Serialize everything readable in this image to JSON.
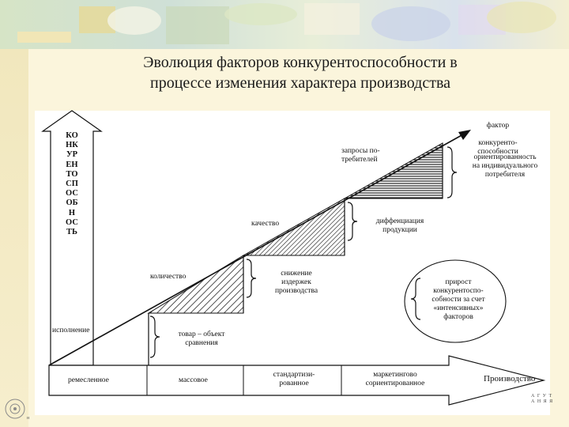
{
  "slide": {
    "title": "Эволюция факторов конкурентоспособности в\nпроцессе изменения характера производства"
  },
  "diagram": {
    "vertical_axis_label": "КОНКУРЕНТОСПОСОБНОСТЬ",
    "horizontal_axis_label": "Производство",
    "baseline_label": "исполнение",
    "factors": [
      {
        "label": "конкуренто-\nспособности",
        "prefix": "фактор"
      },
      {
        "label": "запросы по-\nтребителей"
      },
      {
        "label": "качество"
      },
      {
        "label": "количество"
      }
    ],
    "braces": [
      {
        "label": "ориентированность\nна индивидуального\nпотребителя"
      },
      {
        "label": "диффенциация\nпродукции"
      },
      {
        "label": "снижение\nиздержек\nпроизводства"
      },
      {
        "label": "товар – объект\nсравнения"
      }
    ],
    "circle_note": "прирост\nконкурентоспо-\nсобности за счет\n«интенсивных»\nфакторов",
    "production_types": [
      "ремесленное",
      "массовое",
      "стандартизи-\nрованное",
      "маркетингово\nсориентированное"
    ]
  },
  "footer": {
    "corner_mark": "А Г У Т\nА Н Я Я",
    "logo_char": "н"
  },
  "colors": {
    "background": "#fbf5dc",
    "line": "#111111",
    "panel": "#ffffff"
  }
}
